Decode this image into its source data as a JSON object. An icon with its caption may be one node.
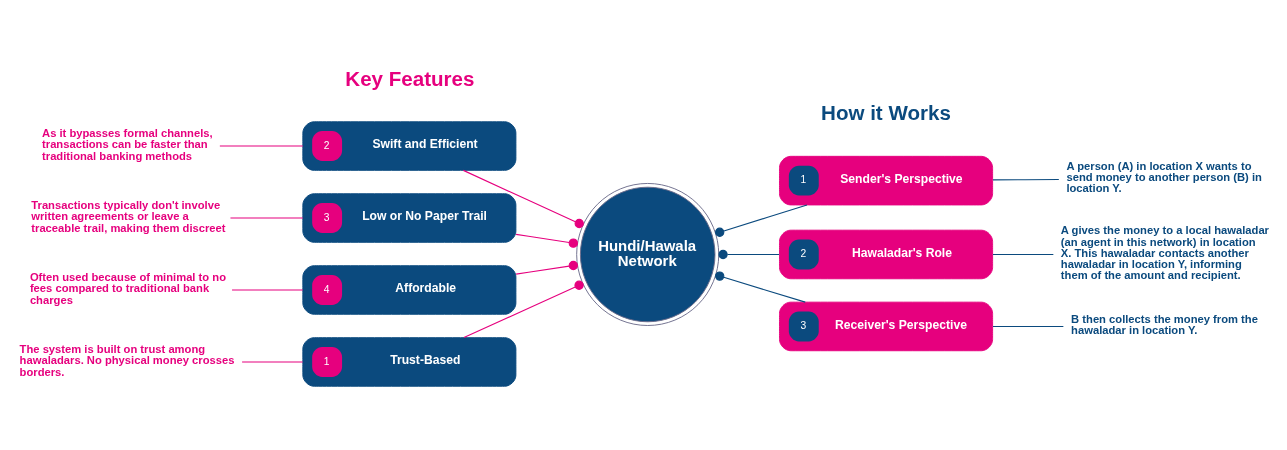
{
  "diagram": {
    "nodes": [
      {
        "text": [
          "1",
          "Trust-Based"
        ]
      },
      {
        "text": [
          "2",
          "Swift and Efficient"
        ]
      },
      {
        "text": [
          "3",
          "Low or No Paper Trail"
        ]
      },
      {
        "text": [
          "4",
          "Affordable"
        ]
      },
      {
        "text": [
          "The system is built on trust among hawaladars. No physical money crosses borders."
        ]
      },
      {
        "text": [
          "As it bypasses formal channels, transactions can be faster than traditional banking methods"
        ]
      },
      {
        "text": [
          "Transactions typically don't involve written agreements or leave a traceable trail, making them discreet"
        ]
      },
      {
        "text": [
          "Often used because of minimal to no fees compared to traditional bank charges"
        ]
      },
      {
        "text": [
          "Hundi/Hawala Network"
        ]
      },
      {
        "text": [
          "1",
          "Sender's Perspective"
        ]
      },
      {
        "text": [
          "2",
          "Hawaladar's Role"
        ]
      },
      {
        "text": [
          "3",
          "Receiver's Perspective"
        ]
      },
      {
        "text": [
          "A person (A) in location X wants to send money to another person (B) in location Y."
        ]
      },
      {
        "text": [
          "A gives the money to a local hawaladar (an agent in this network) in location X. This hawaladar contacts another hawaladar in location Y, informing them of the amount and recipient."
        ]
      },
      {
        "text": [
          "B then collects the money from the hawaladar in location Y."
        ]
      }
    ],
    "edges": [
      {
        "from": 4,
        "to": 0,
        "arrow": "none"
      },
      {
        "from": 5,
        "to": 1,
        "arrow": "none"
      },
      {
        "from": 6,
        "to": 2,
        "arrow": "none"
      },
      {
        "from": 7,
        "to": 3,
        "arrow": "none"
      },
      {
        "from": 0,
        "to": 8,
        "arrow": "other"
      },
      {
        "from": 1,
        "to": 8,
        "arrow": "other"
      },
      {
        "from": 2,
        "to": 8,
        "arrow": "other"
      },
      {
        "from": 3,
        "to": 8,
        "arrow": "other"
      },
      {
        "from": 8,
        "to": 9,
        "arrow": "other",
        "color": "#0b4a7e"
      },
      {
        "from": 8,
        "to": 10,
        "arrow": "other",
        "color": "#0b4a7e"
      },
      {
        "from": 8,
        "to": 11,
        "arrow": "other",
        "color": "#0b4a7e"
      },
      {
        "from": 9,
        "to": 12,
        "arrow": "none",
        "color": "#0b4a7e"
      },
      {
        "from": 10,
        "to": 13,
        "arrow": "none",
        "color": "#0b4a7e"
      },
      {
        "from": 11,
        "to": 14,
        "arrow": "none",
        "color": "#0b4a7e"
      }
    ],
    "labels": [
      "Key Features",
      "How it Works"
    ]
  }
}
